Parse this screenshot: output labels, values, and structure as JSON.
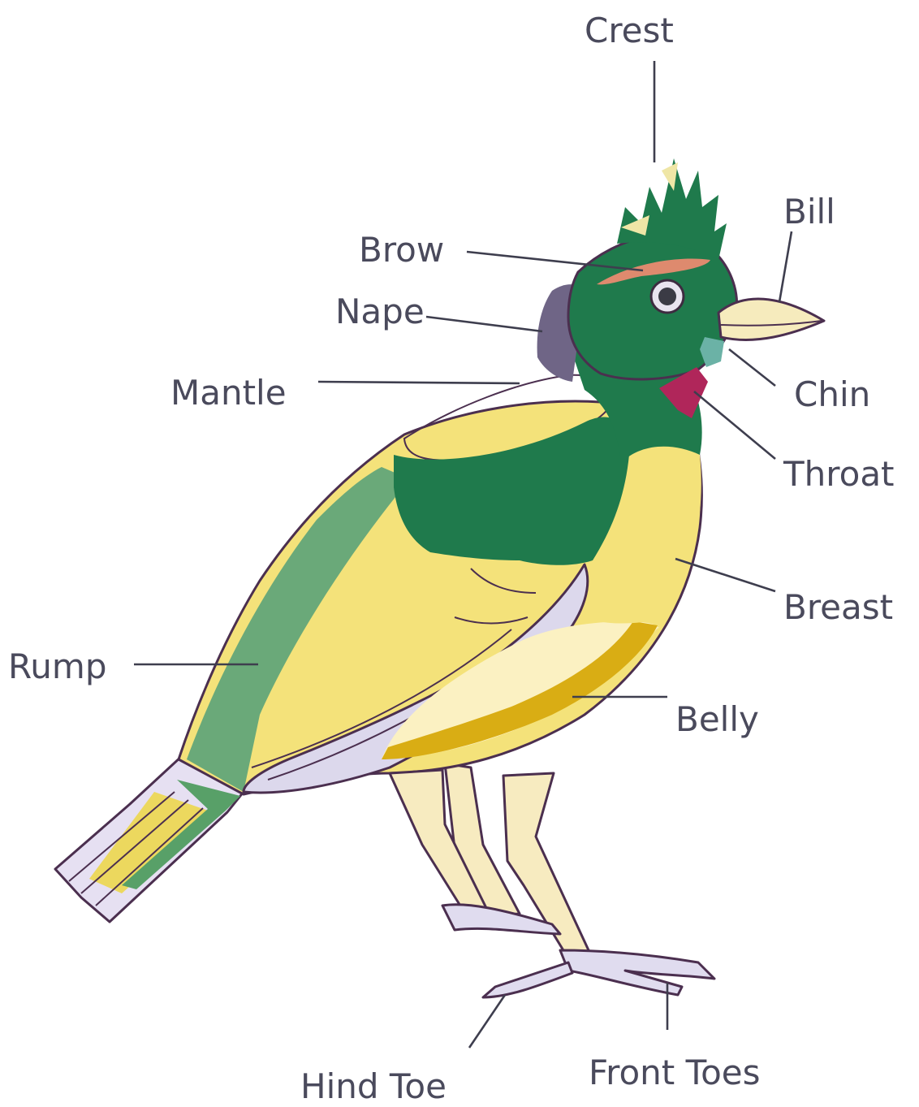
{
  "labels": {
    "crest": "Crest",
    "bill": "Bill",
    "brow": "Brow",
    "nape": "Nape",
    "mantle": "Mantle",
    "chin": "Chin",
    "throat": "Throat",
    "breast": "Breast",
    "rump": "Rump",
    "belly": "Belly",
    "hind_toe": "Hind Toe",
    "front_toes": "Front Toes"
  },
  "colors": {
    "head_green": "#1f7a4c",
    "rump_green": "#6aa979",
    "mantle_blue": "#b5d3e6",
    "nape_purple": "#6f6586",
    "brow_orange": "#de8a6e",
    "throat_magenta": "#b0265a",
    "chin_teal": "#6bb2a6",
    "breast_yellow": "#f4e27a",
    "belly_cream": "#fbf1c2",
    "belly_gold": "#d9ad14",
    "wing_lilac": "#dcd8ec",
    "bill_cream": "#f6ebbd",
    "leg_cream": "#f7ebc0",
    "label_gray": "#4a4a5c"
  }
}
